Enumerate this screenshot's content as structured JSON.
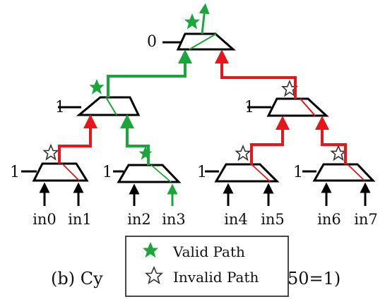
{
  "colors": {
    "valid": "#1aa63a",
    "invalid": "#e8151b",
    "line": "#000000",
    "background": "#ffffff"
  },
  "icons": {
    "valid": "filled-star-icon",
    "invalid": "outline-star-icon"
  },
  "select_labels": {
    "root": "0",
    "level1_left": "1",
    "level1_right": "1",
    "leaf0": "1",
    "leaf1": "1",
    "leaf2": "1",
    "leaf3": "1"
  },
  "inputs": [
    "in0",
    "in1",
    "in2",
    "in3",
    "in4",
    "in5",
    "in6",
    "in7"
  ],
  "caption": {
    "left": "(b) Cy",
    "right": "50=1)"
  },
  "legend": {
    "valid_label": "Valid Path",
    "invalid_label": "Invalid Path"
  }
}
